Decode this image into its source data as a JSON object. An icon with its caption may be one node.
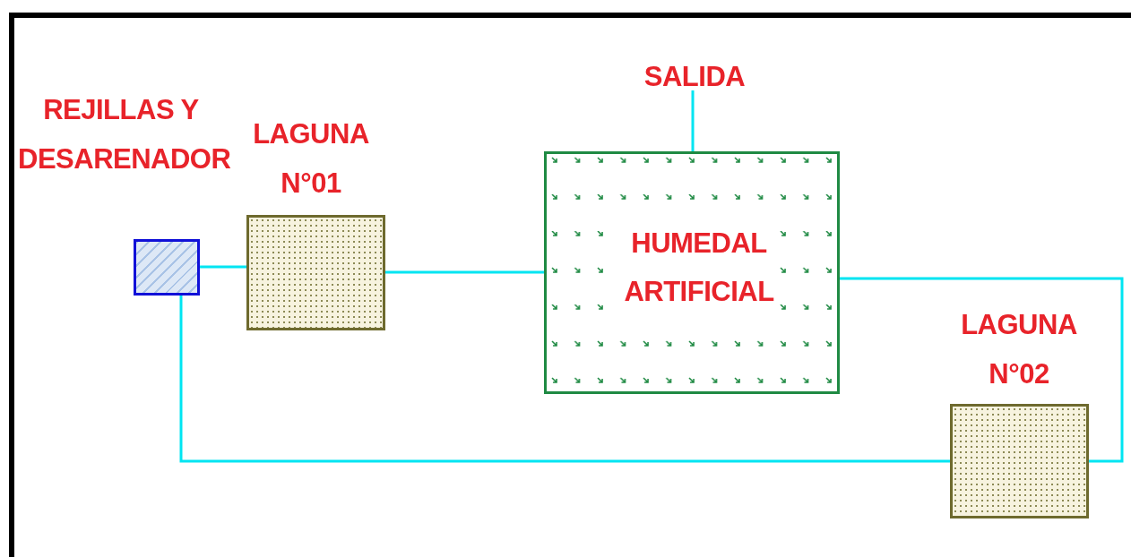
{
  "diagram": {
    "nodes": [
      {
        "text": [
          "REJILLAS Y DESARENADOR"
        ]
      },
      {
        "text": [
          "LAGUNA N°01"
        ]
      },
      {
        "text": [
          "HUMEDAL ARTIFICIAL"
        ]
      },
      {
        "text": [
          "SALIDA"
        ]
      },
      {
        "text": [
          "LAGUNA N°02"
        ]
      }
    ],
    "edges": [
      {
        "from": 0,
        "to": 1,
        "arrow": "none"
      },
      {
        "from": 1,
        "to": 2,
        "arrow": "none"
      },
      {
        "from": 2,
        "to": 3,
        "arrow": "none"
      },
      {
        "from": 2,
        "to": 4,
        "arrow": "none"
      },
      {
        "from": 4,
        "to": 0,
        "arrow": "none"
      }
    ]
  }
}
